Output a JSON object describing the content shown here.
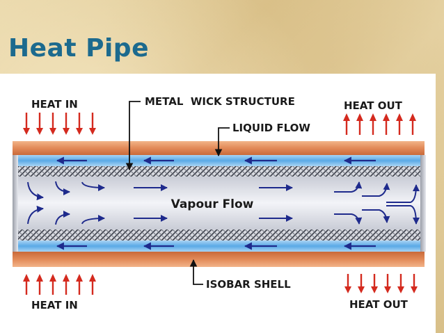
{
  "slide": {
    "title": "Heat Pipe"
  },
  "diagram": {
    "labels": {
      "heat_in_top": "HEAT IN",
      "heat_in_bottom": "HEAT IN",
      "heat_out_top": "HEAT OUT",
      "heat_out_bottom": "HEAT OUT",
      "metal_wick_structure": "METAL  WICK STRUCTURE",
      "liquid_flow": "LIQUID FLOW",
      "isobar_shell": "ISOBAR SHELL",
      "vapour_flow": "Vapour Flow"
    },
    "colors": {
      "title": "#1c6a8e",
      "shell": "#e58e5c",
      "liquid": "#5fb0e8",
      "flow_arrow": "#1e2a8c",
      "heat_arrow": "#d42a1e",
      "vapour_core": "#e2e5ec"
    }
  }
}
